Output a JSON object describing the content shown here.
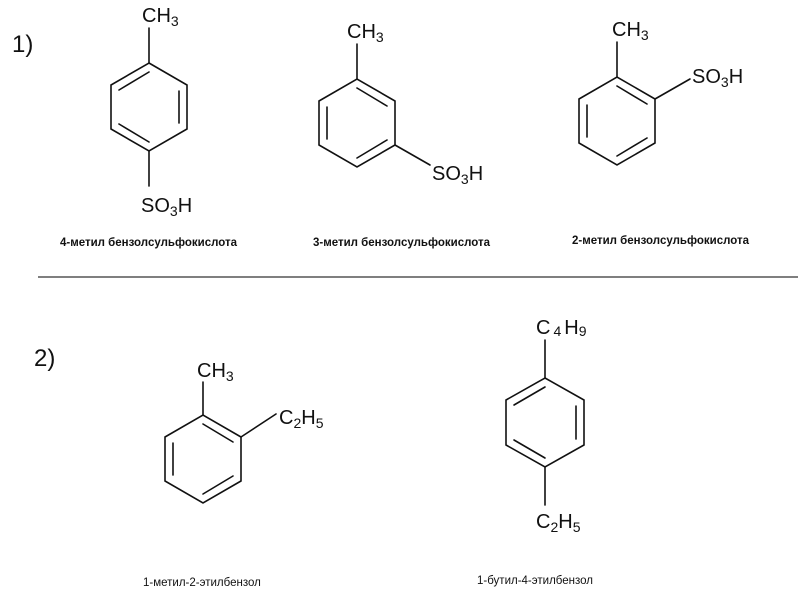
{
  "sections": [
    {
      "label": "1)",
      "molecules": [
        {
          "name": "4-метил бензолсульфокислота",
          "groups": {
            "top": {
              "text": "CH",
              "sub": "3",
              "tail": ""
            },
            "bottom": {
              "text": "SO",
              "sub": "3",
              "tail": "H"
            }
          }
        },
        {
          "name": "3-метил бензолсульфокислота",
          "groups": {
            "top": {
              "text": "CH",
              "sub": "3",
              "tail": ""
            },
            "right": {
              "text": "SO",
              "sub": "3",
              "tail": "H"
            }
          }
        },
        {
          "name": "2-метил бензолсульфокислота",
          "groups": {
            "top": {
              "text": "CH",
              "sub": "3",
              "tail": ""
            },
            "right": {
              "text": "SO",
              "sub": "3",
              "tail": "H"
            }
          }
        }
      ]
    },
    {
      "label": "2)",
      "molecules": [
        {
          "name": "1-метил-2-этилбензол",
          "groups": {
            "top": {
              "text": "CH",
              "sub": "3",
              "tail": ""
            },
            "right": {
              "text": "C",
              "sub": "2",
              "tail": "H",
              "sub2": "5"
            }
          }
        },
        {
          "name": "1-бутил-4-этилбензол",
          "groups": {
            "top": {
              "text": "C",
              "sub": "4",
              "tail": "H",
              "sub2": "9"
            },
            "bottom": {
              "text": "C",
              "sub": "2",
              "tail": "H",
              "sub2": "5"
            }
          }
        }
      ]
    }
  ]
}
